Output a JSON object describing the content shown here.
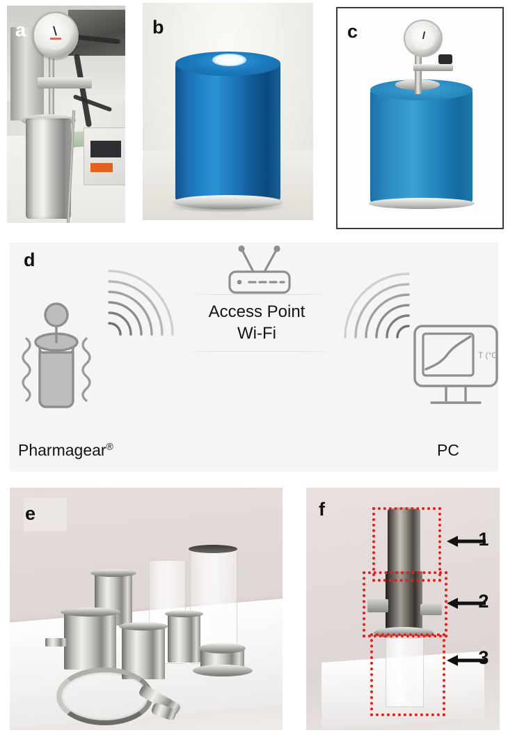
{
  "figure": {
    "panels": [
      {
        "id": "a",
        "label": "a",
        "caption": "",
        "description": "stainless-steel pressure vessel with manometer on laboratory bench"
      },
      {
        "id": "b",
        "label": "b",
        "caption": "",
        "description": "blue cylindrical Pharmagear housing"
      },
      {
        "id": "c",
        "label": "c",
        "caption": "",
        "description": "blue housing with pressure gauge and valve assembly, framed"
      },
      {
        "id": "d",
        "label": "d",
        "caption": "",
        "description": "wireless data acquisition schematic"
      },
      {
        "id": "e",
        "label": "e",
        "caption": "",
        "description": "disassembled stainless steel and glass components"
      },
      {
        "id": "f",
        "label": "f",
        "caption": "",
        "description": "assembled reactor with three annotated sections"
      }
    ]
  },
  "schematic": {
    "device_label": "Pharmagear",
    "device_trademark": "®",
    "access_point_line1": "Access Point",
    "access_point_line2": "Wi-Fi",
    "pc_label": "PC",
    "screen_axis_label": "T (°C)",
    "icons": {
      "device": "reactor-vessel-icon",
      "router": "wifi-router-icon",
      "monitor": "pc-monitor-icon",
      "signal_left": "wifi-signal-arcs-icon",
      "signal_right": "wifi-signal-arcs-icon",
      "vibration": "vibration-wave-icon"
    },
    "colors": {
      "background": "#f5f5f5",
      "icon_stroke": "#8e8e8e",
      "icon_fill": "#bdbdbd",
      "text": "#141414"
    }
  },
  "annotations": {
    "panel_f_callouts": [
      {
        "number": "1",
        "arrow": "left-arrow-icon",
        "region": "upper-steel-tube"
      },
      {
        "number": "2",
        "arrow": "left-arrow-icon",
        "region": "mid-port-section"
      },
      {
        "number": "3",
        "arrow": "left-arrow-icon",
        "region": "lower-glass-cylinder"
      }
    ],
    "highlight_color": "#ef1b16",
    "arrow_color": "#111111"
  },
  "palette": {
    "vessel_blue_light": "#3ba0d2",
    "vessel_blue_dark": "#0d4a7d",
    "steel_light": "#f0efec",
    "steel_dark": "#6f6d6a",
    "panel_border": "#3b3b3b"
  }
}
